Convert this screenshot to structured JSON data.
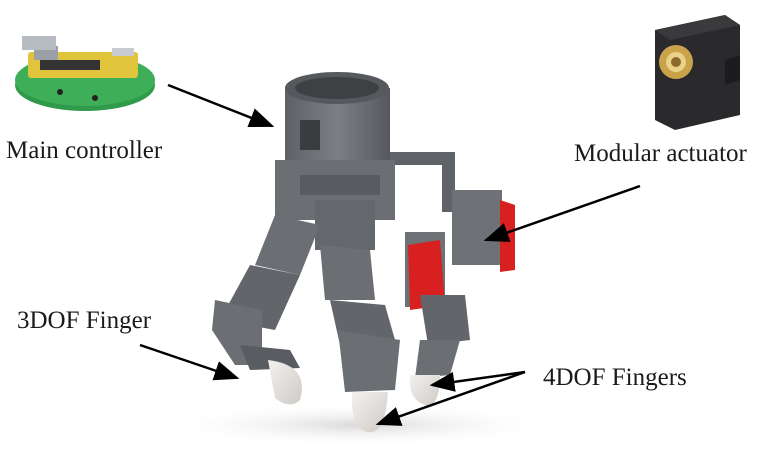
{
  "labels": {
    "main_controller": "Main controller",
    "modular_actuator": "Modular actuator",
    "finger_3dof": "3DOF Finger",
    "fingers_4dof": "4DOF Fingers"
  },
  "colors": {
    "body_gray": "#6b6e72",
    "body_dark": "#4a4c50",
    "bracket_red": "#d92020",
    "pcb_green": "#2f9a4a",
    "pcb_yellow": "#e0c43c",
    "actuator_black": "#2a2a2c",
    "fingertip": "#e8e4e0",
    "arrow": "#000000"
  }
}
